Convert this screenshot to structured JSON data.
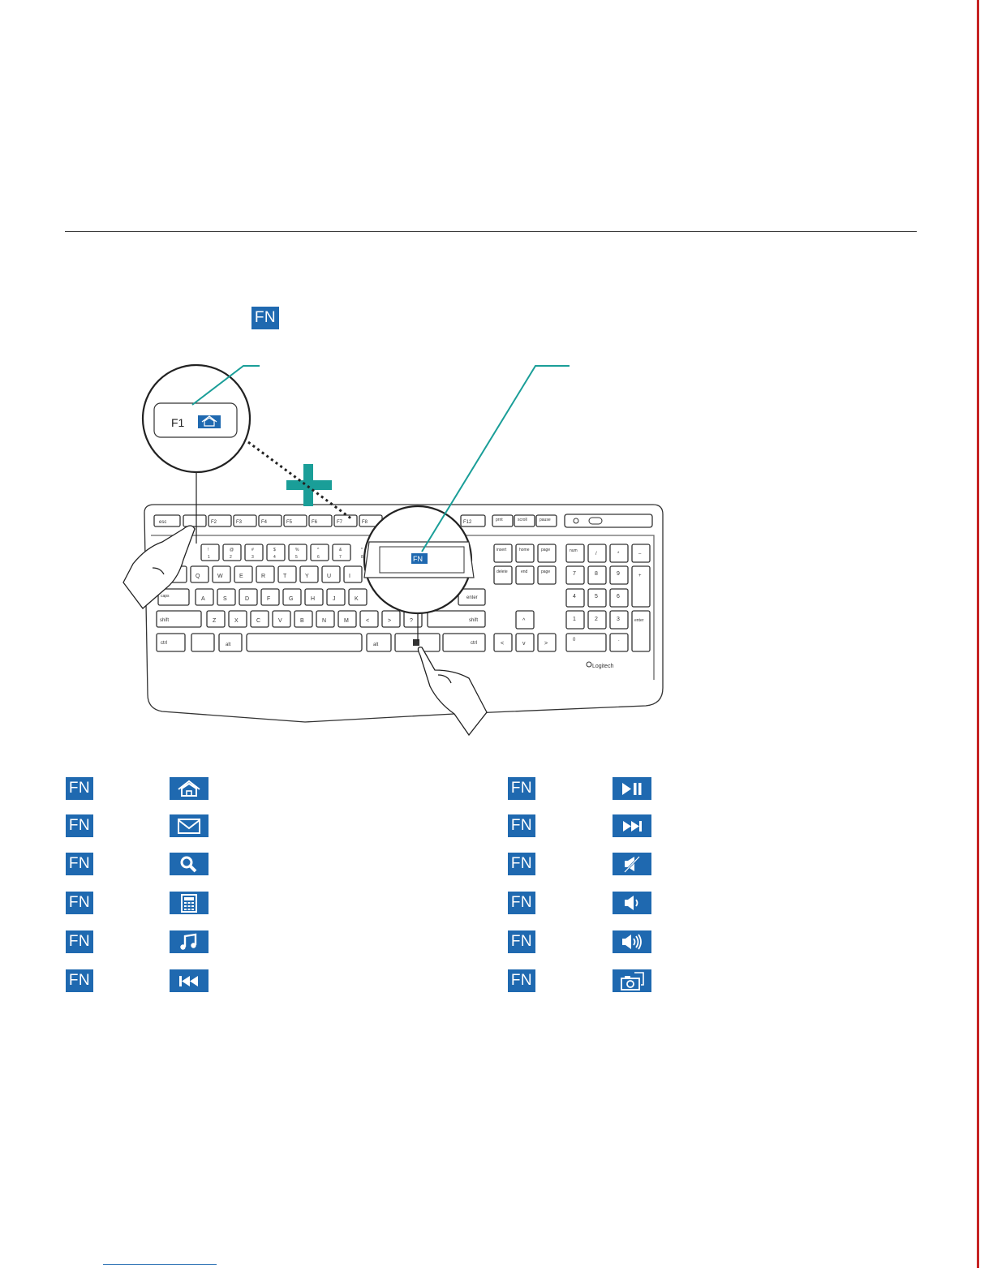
{
  "fn_key_label": "FN",
  "illustration": {
    "zoom_key_label": "F1",
    "zoom_fn_label": "FN",
    "brand": "Logitech",
    "keys": {
      "esc": "esc",
      "f1": "F1",
      "f2": "F2",
      "f3": "F3",
      "f4": "F4",
      "f5": "F5",
      "f6": "F6",
      "f7": "F7",
      "f8": "F8",
      "f12": "F12",
      "prtscn": "prnt",
      "scroll": "scroll",
      "pause": "pause",
      "caps": "caps",
      "shift_l": "shift",
      "shift_r": "shift",
      "ctrl_l": "ctrl",
      "ctrl_r": "ctrl",
      "alt_l": "alt",
      "alt_r": "alt",
      "enter": "enter",
      "insert": "insert",
      "home": "home",
      "pgup": "page",
      "delete": "delete",
      "end": "end",
      "pgdn": "page",
      "numlock": "num",
      "slash": "/",
      "star": "*",
      "minus": "–",
      "plus": "+",
      "num_enter": "enter",
      "num0": "0",
      "numdot": "."
    },
    "row1": [
      "1",
      "2",
      "3",
      "4",
      "5",
      "6",
      "7",
      "8"
    ],
    "row1_sym": [
      "!",
      "@",
      "#",
      "$",
      "%",
      "^",
      "&",
      "*"
    ],
    "row2": [
      "Q",
      "W",
      "E",
      "R",
      "T",
      "Y",
      "U",
      "I"
    ],
    "row3": [
      "A",
      "S",
      "D",
      "F",
      "G",
      "H",
      "J",
      "K"
    ],
    "row4": [
      "Z",
      "X",
      "C",
      "V",
      "B",
      "N",
      "M",
      "<",
      ">",
      "?"
    ],
    "numpad": [
      "7",
      "8",
      "9",
      "4",
      "5",
      "6",
      "1",
      "2",
      "3"
    ],
    "arrows": [
      "^",
      "<",
      "v",
      ">"
    ]
  },
  "shortcuts": [
    {
      "fn": "FN",
      "icon": "home-icon"
    },
    {
      "fn": "FN",
      "icon": "mail-icon"
    },
    {
      "fn": "FN",
      "icon": "search-icon"
    },
    {
      "fn": "FN",
      "icon": "calculator-icon"
    },
    {
      "fn": "FN",
      "icon": "music-icon"
    },
    {
      "fn": "FN",
      "icon": "previous-track-icon"
    },
    {
      "fn": "FN",
      "icon": "play-pause-icon"
    },
    {
      "fn": "FN",
      "icon": "next-track-icon"
    },
    {
      "fn": "FN",
      "icon": "mute-icon"
    },
    {
      "fn": "FN",
      "icon": "volume-down-icon"
    },
    {
      "fn": "FN",
      "icon": "volume-up-icon"
    },
    {
      "fn": "FN",
      "icon": "camera-icon"
    }
  ],
  "colors": {
    "accent": "#1f69b0",
    "teal": "#1a9e98",
    "edge": "#c62424"
  }
}
